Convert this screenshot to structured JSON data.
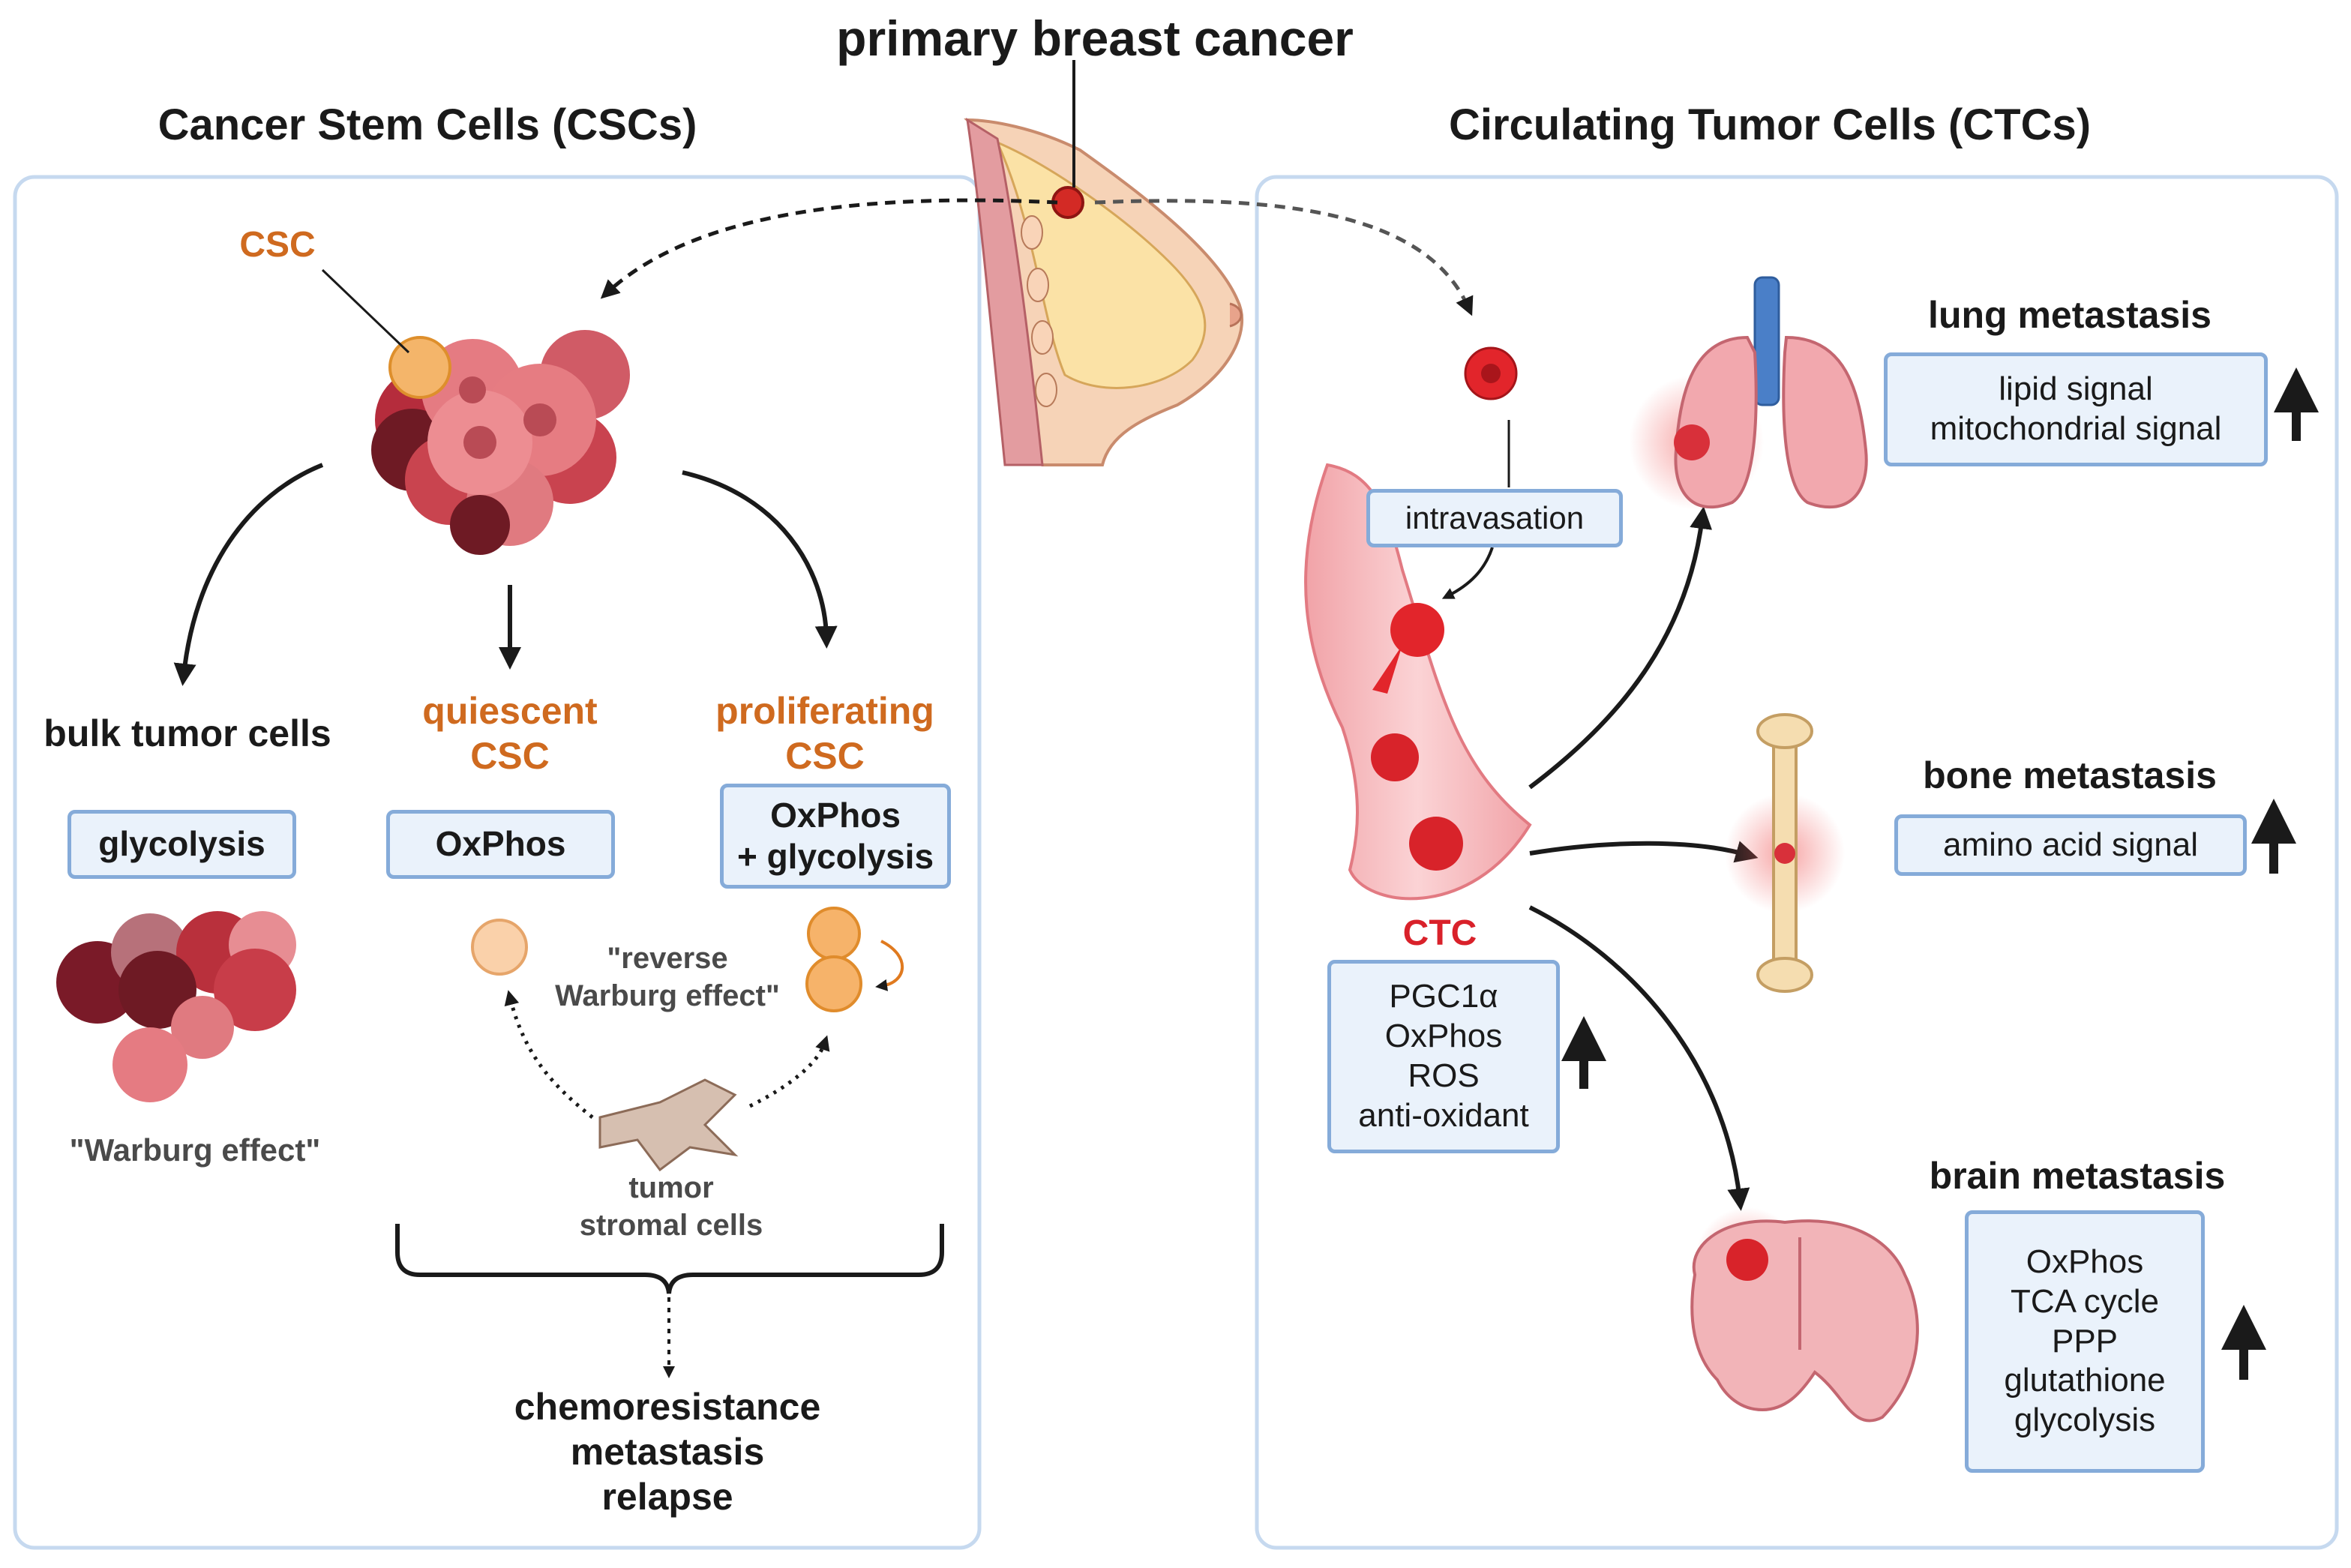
{
  "title": "primary breast cancer",
  "left_panel": {
    "heading": "Cancer Stem Cells (CSCs)",
    "csc_label": "CSC",
    "bulk": {
      "label": "bulk tumor cells",
      "box": "glycolysis",
      "caption": "\"Warburg effect\""
    },
    "quiescent": {
      "label_line1": "quiescent",
      "label_line2": "CSC",
      "box": "OxPhos"
    },
    "proliferating": {
      "label_line1": "proliferating",
      "label_line2": "CSC",
      "box_line1": "OxPhos",
      "box_line2": "+ glycolysis"
    },
    "reverse_line1": "\"reverse",
    "reverse_line2": "Warburg effect\"",
    "stromal_line1": "tumor",
    "stromal_line2": "stromal cells",
    "outcomes": [
      "chemoresistance",
      "metastasis",
      "relapse"
    ]
  },
  "right_panel": {
    "heading": "Circulating Tumor Cells (CTCs)",
    "intravasation": "intravasation",
    "ctc_label": "CTC",
    "ctc_box": [
      "PGC1α",
      "OxPhos",
      "ROS",
      "anti-oxidant"
    ],
    "lung": {
      "title": "lung metastasis",
      "box": [
        "lipid signal",
        "mitochondrial signal"
      ]
    },
    "bone": {
      "title": "bone metastasis",
      "box": [
        "amino acid signal"
      ]
    },
    "brain": {
      "title": "brain metastasis",
      "box": [
        "OxPhos",
        "TCA cycle",
        "PPP",
        "glutathione",
        "glycolysis"
      ]
    }
  },
  "colors": {
    "panel_border": "#c6d9ef",
    "box_fill": "#eaf2fb",
    "box_border": "#85abd9",
    "orange": "#cf6a1f",
    "red": "#d9212a"
  }
}
